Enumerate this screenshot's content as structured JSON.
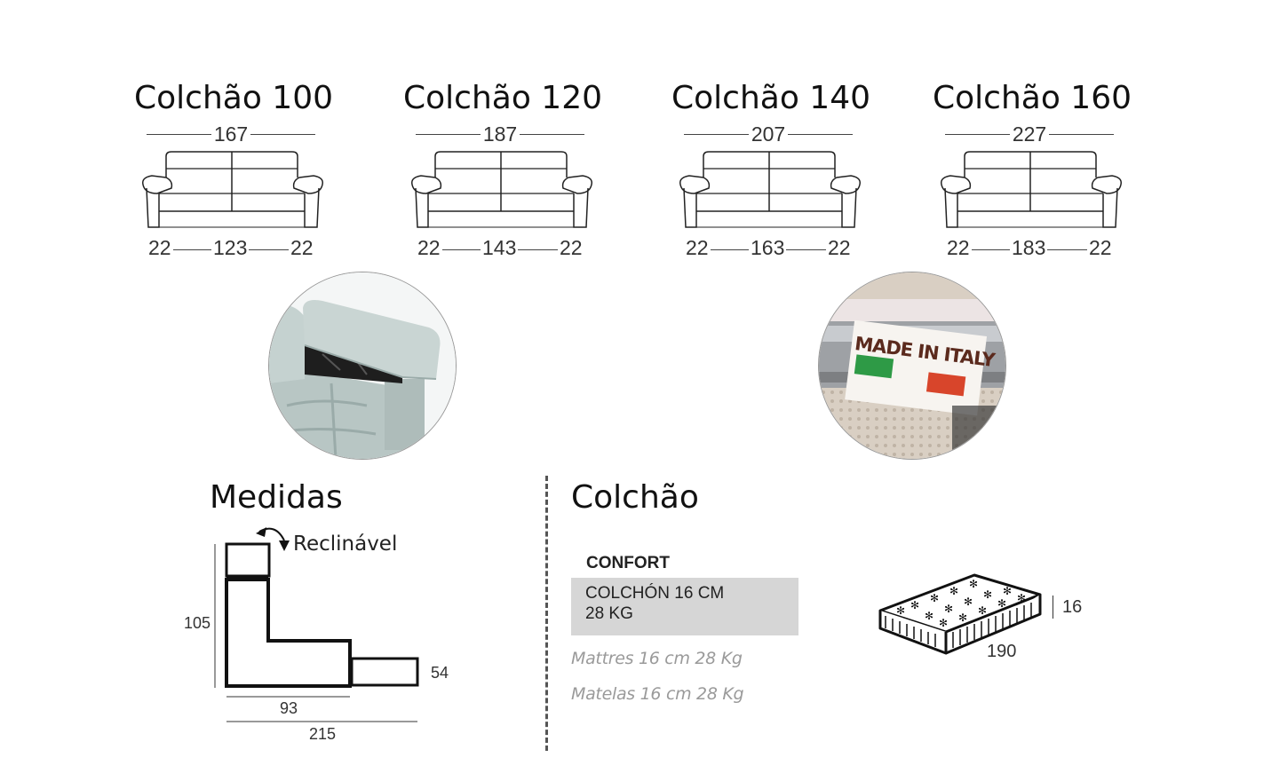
{
  "variants": [
    {
      "title": "Colchão 100",
      "total": "167",
      "arm_left": "22",
      "seat": "123",
      "arm_right": "22"
    },
    {
      "title": "Colchão 120",
      "total": "187",
      "arm_left": "22",
      "seat": "143",
      "arm_right": "22"
    },
    {
      "title": "Colchão 140",
      "total": "207",
      "arm_left": "22",
      "seat": "163",
      "arm_right": "22"
    },
    {
      "title": "Colchão 160",
      "total": "227",
      "arm_left": "22",
      "seat": "183",
      "arm_right": "22"
    }
  ],
  "badges": {
    "made_in_italy": "MADE IN ITALY"
  },
  "medidas": {
    "title": "Medidas",
    "reclinavel_label": "Reclinável",
    "height": "105",
    "depth": "93",
    "total_depth": "215",
    "footrest_height": "54"
  },
  "colchao": {
    "title": "Colchão",
    "label": "CONFORT",
    "spec_line1": "COLCHÓN 16 CM",
    "spec_line2": "28 KG",
    "translation_en": "Mattres 16 cm 28 Kg",
    "translation_fr": "Matelas 16 cm 28 Kg",
    "mattress_height": "16",
    "mattress_length": "190"
  }
}
